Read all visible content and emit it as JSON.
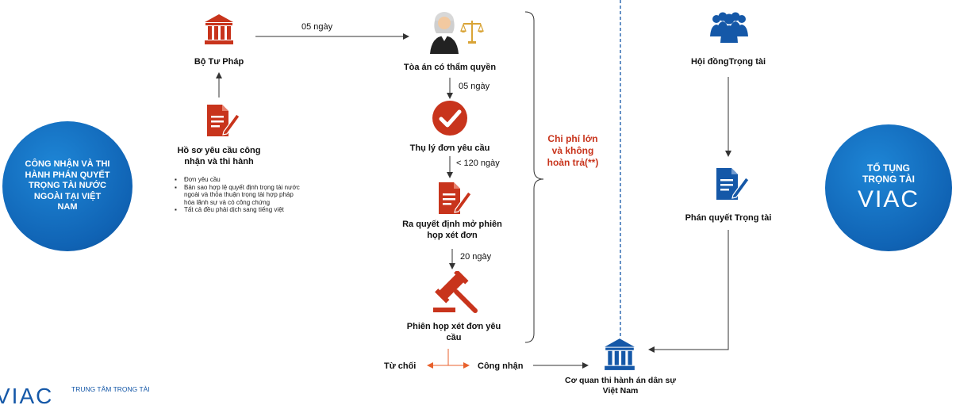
{
  "colors": {
    "red": "#c8341c",
    "blue": "#1558a8",
    "orange": "#e8612c",
    "gray": "#333333"
  },
  "left_circle": {
    "text": "CÔNG NHẬN VÀ THI HÀNH PHÁN QUYẾT TRỌNG TÀI NƯỚC NGOÀI TẠI VIỆT NAM"
  },
  "right_circle": {
    "line1": "TỐ TỤNG",
    "line2": "TRỌNG TÀI",
    "logo": "VIAC"
  },
  "nodes": {
    "ministry": "Bộ Tư Pháp",
    "dossier": "Hồ sơ yêu cầu công nhận và thi hành",
    "court": "Tòa án có thẩm quyền",
    "accept": "Thụ lý đơn yêu cầu",
    "decision": "Ra quyết định mở phiên họp xét đơn",
    "hearing": "Phiên họp xét đơn yêu cầu",
    "council": "Hội đồngTrọng tài",
    "award": "Phán quyết Trọng tài",
    "enforcement": "Cơ quan thi hành án dân sự Việt Nam"
  },
  "requirements": [
    "Đơn yêu cầu",
    "Bản sao hợp lệ quyết định trọng tài nước ngoài và thỏa thuận trọng tài hợp pháp hóa lãnh sự và có công chứng",
    "Tất cả đều phải dịch sang tiếng việt"
  ],
  "durations": {
    "ministry_to_court": "05 ngày",
    "court_to_accept": "05 ngày",
    "accept_to_decision": "< 120 ngày",
    "decision_to_hearing": "20 ngày"
  },
  "outcomes": {
    "reject": "Từ chối",
    "recognize": "Công nhận"
  },
  "cost_note": "Chi phí lớn và không hoàn trả(**)",
  "footer_logo": {
    "name": "VIAC",
    "subtitle": "TRUNG TÂM TRỌNG TÀI"
  }
}
